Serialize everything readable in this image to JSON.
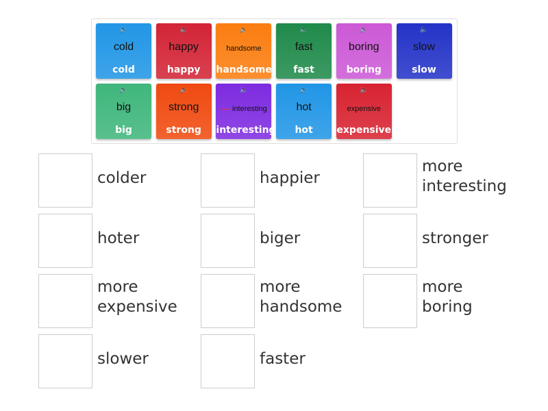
{
  "cards": [
    {
      "image_word": "cold",
      "label": "cold",
      "color": "#2196e6"
    },
    {
      "image_word": "happy",
      "label": "happy",
      "color": "#d32436"
    },
    {
      "image_word": "handsome",
      "label": "handsome",
      "color": "#fb7d10"
    },
    {
      "image_word": "fast",
      "label": "fast",
      "color": "#1f8a4a"
    },
    {
      "image_word": "boring",
      "label": "boring",
      "color": "#cc59d6"
    },
    {
      "image_word": "slow",
      "label": "slow",
      "color": "#2433c8"
    },
    {
      "image_word": "big",
      "label": "big",
      "color": "#3fb67c"
    },
    {
      "image_word": "strong",
      "label": "strong",
      "color": "#f04a10"
    },
    {
      "image_word": "interesting",
      "label": "interesting",
      "color": "#7e2be0"
    },
    {
      "image_word": "hot",
      "label": "hot",
      "color": "#2196e6"
    },
    {
      "image_word": "expensive",
      "label": "expensive",
      "color": "#d82331"
    }
  ],
  "speaker_icon": "speaker-icon",
  "targets": [
    "colder",
    "happier",
    "more interesting",
    "hoter",
    "biger",
    "stronger",
    "more expensive",
    "more handsome",
    "more boring",
    "slower",
    "faster"
  ]
}
